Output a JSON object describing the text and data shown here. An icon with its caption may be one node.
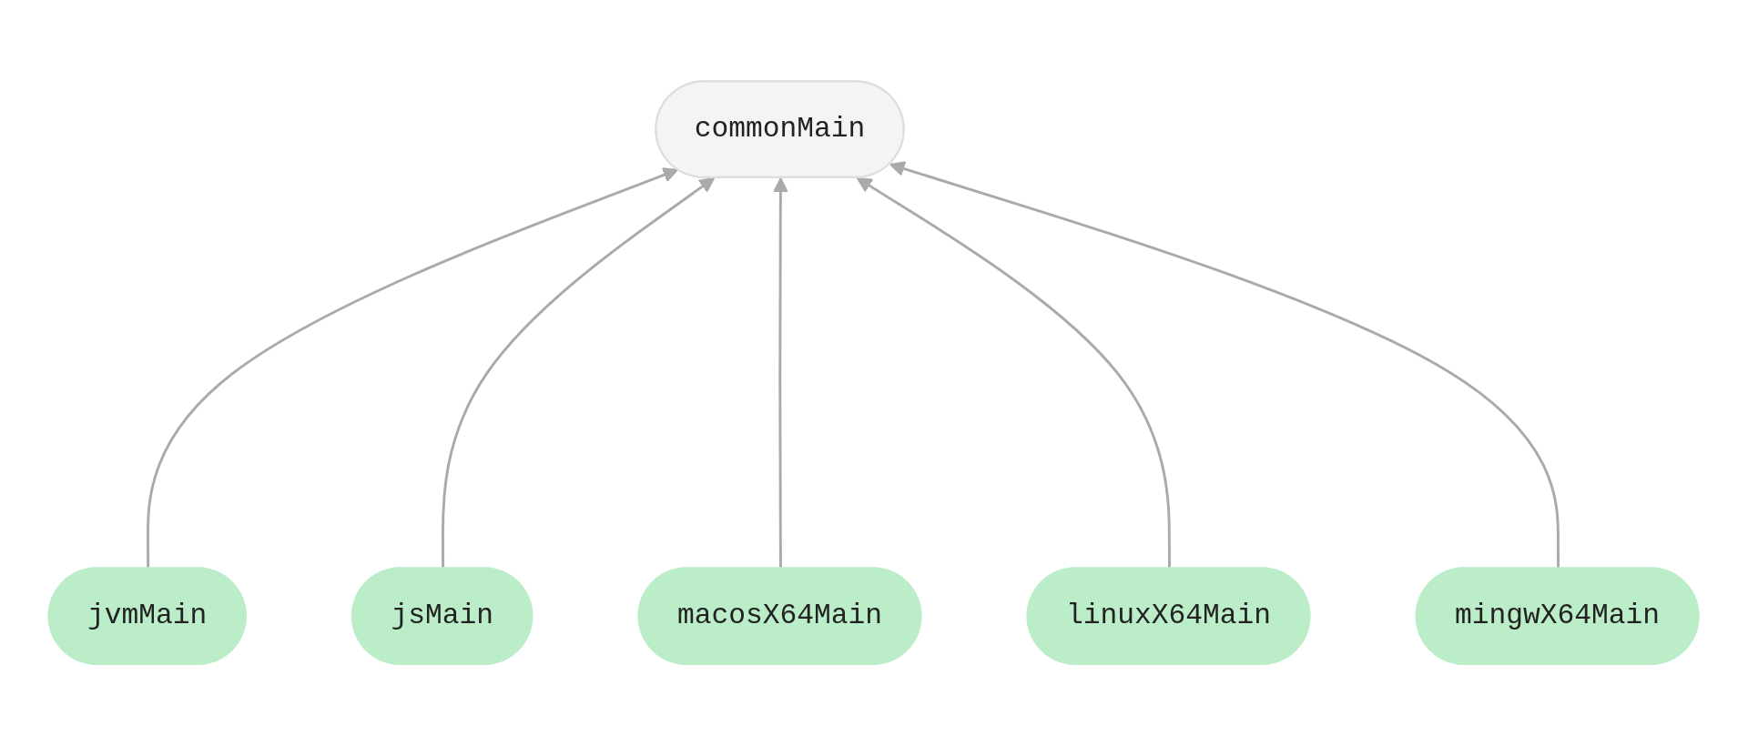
{
  "diagram": {
    "nodes": [
      {
        "text": [
          "commonMain"
        ]
      },
      {
        "text": [
          "jvmMain"
        ]
      },
      {
        "text": [
          "jsMain"
        ]
      },
      {
        "text": [
          "macosX64Main"
        ]
      },
      {
        "text": [
          "linuxX64Main"
        ]
      },
      {
        "text": [
          "mingwX64Main"
        ]
      }
    ],
    "edges": [
      {
        "from": 1,
        "to": 0,
        "arrow": "to"
      },
      {
        "from": 2,
        "to": 0,
        "arrow": "to"
      },
      {
        "from": 3,
        "to": 0,
        "arrow": "to"
      },
      {
        "from": 4,
        "to": 0,
        "arrow": "to"
      },
      {
        "from": 5,
        "to": 0,
        "arrow": "to"
      }
    ]
  }
}
